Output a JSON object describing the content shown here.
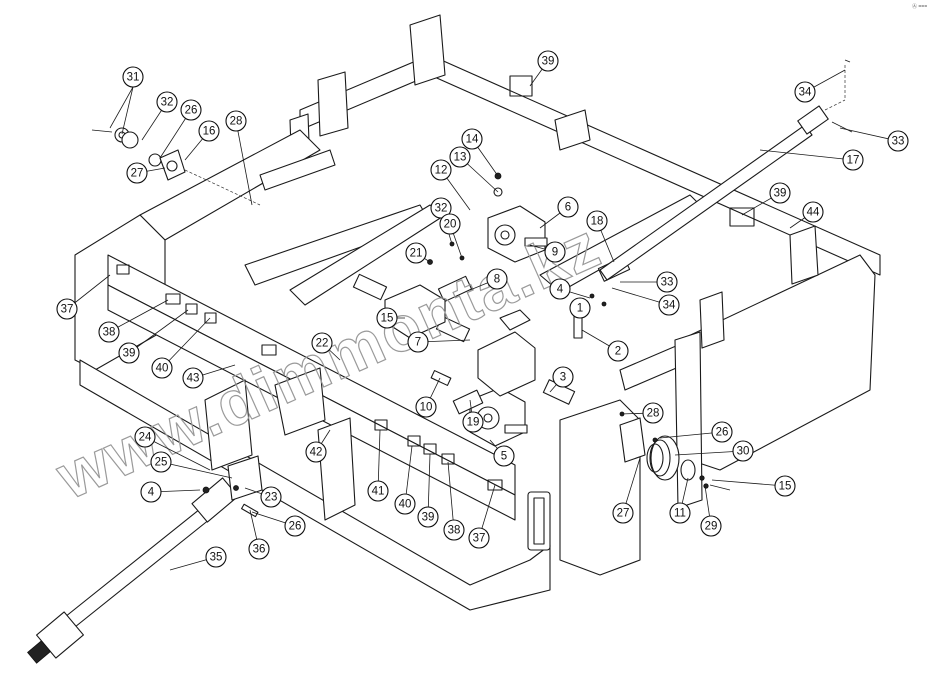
{
  "watermark": "www.dimmonta.kz",
  "corner_mark": "Ⓐ ===",
  "callouts": [
    {
      "label": "31"
    },
    {
      "label": "32"
    },
    {
      "label": "26"
    },
    {
      "label": "16"
    },
    {
      "label": "27"
    },
    {
      "label": "28"
    },
    {
      "label": "39"
    },
    {
      "label": "14"
    },
    {
      "label": "13"
    },
    {
      "label": "12"
    },
    {
      "label": "6"
    },
    {
      "label": "32"
    },
    {
      "label": "20"
    },
    {
      "label": "21"
    },
    {
      "label": "9"
    },
    {
      "label": "18"
    },
    {
      "label": "8"
    },
    {
      "label": "34"
    },
    {
      "label": "33"
    },
    {
      "label": "17"
    },
    {
      "label": "39"
    },
    {
      "label": "44"
    },
    {
      "label": "4"
    },
    {
      "label": "1"
    },
    {
      "label": "33"
    },
    {
      "label": "34"
    },
    {
      "label": "37"
    },
    {
      "label": "38"
    },
    {
      "label": "39"
    },
    {
      "label": "40"
    },
    {
      "label": "15"
    },
    {
      "label": "7"
    },
    {
      "label": "2"
    },
    {
      "label": "22"
    },
    {
      "label": "43"
    },
    {
      "label": "3"
    },
    {
      "label": "10"
    },
    {
      "label": "19"
    },
    {
      "label": "28"
    },
    {
      "label": "26"
    },
    {
      "label": "30"
    },
    {
      "label": "42"
    },
    {
      "label": "24"
    },
    {
      "label": "25"
    },
    {
      "label": "5"
    },
    {
      "label": "41"
    },
    {
      "label": "40"
    },
    {
      "label": "39"
    },
    {
      "label": "38"
    },
    {
      "label": "37"
    },
    {
      "label": "4"
    },
    {
      "label": "23"
    },
    {
      "label": "26"
    },
    {
      "label": "27"
    },
    {
      "label": "11"
    },
    {
      "label": "29"
    },
    {
      "label": "15"
    },
    {
      "label": "36"
    },
    {
      "label": "35"
    }
  ]
}
